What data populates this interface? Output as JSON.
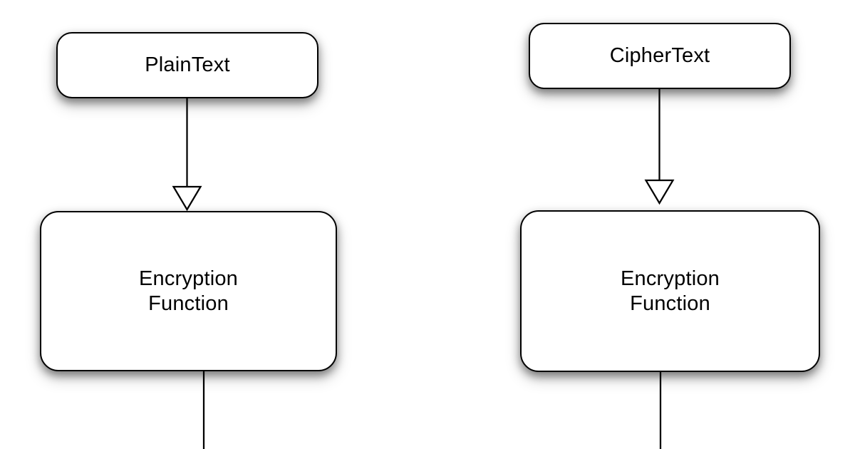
{
  "diagram": {
    "left": {
      "source": "PlainText",
      "process": "Encryption\nFunction"
    },
    "right": {
      "source": "CipherText",
      "process": "Encryption\nFunction"
    }
  },
  "colors": {
    "background": "#ffffff",
    "node_fill": "#ffffff",
    "node_stroke": "#000000",
    "text": "#000000",
    "shadow": "rgba(0,0,0,0.42)"
  }
}
